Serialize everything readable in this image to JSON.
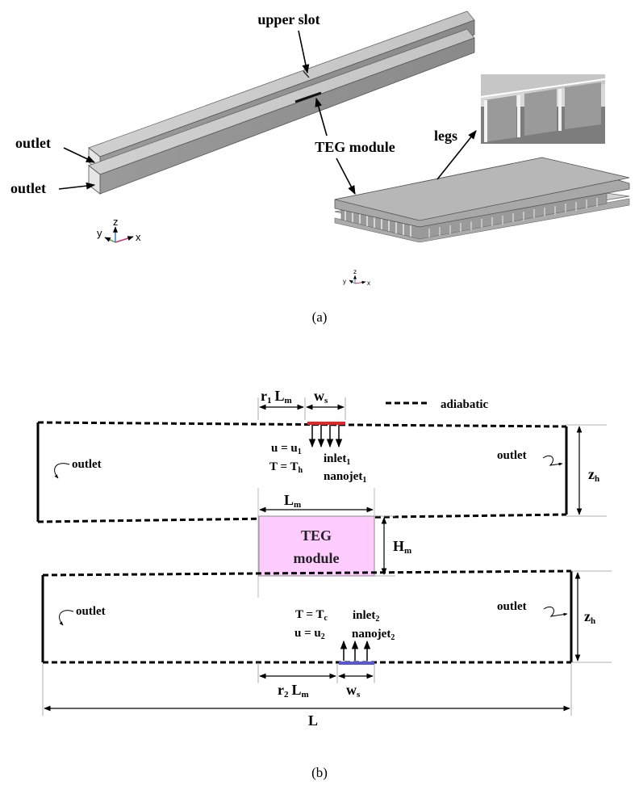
{
  "panel_a": {
    "labels": {
      "upper_slot": "upper slot",
      "teg_module": "TEG module",
      "legs": "legs",
      "outlet_top": "outlet",
      "outlet_bottom": "outlet"
    },
    "axes_large": {
      "x": "x",
      "y": "y",
      "z": "z"
    },
    "axes_small": {
      "x": "x",
      "y": "y",
      "z": "z"
    },
    "caption": "(a)"
  },
  "panel_b": {
    "legend_label": "adiabatic",
    "top_channel": {
      "outlet_left": "outlet",
      "outlet_right": "outlet",
      "r1": "r",
      "r1_sub": "1",
      "Lm": "L",
      "Lm_sub": "m",
      "ws": "w",
      "ws_sub": "s",
      "u": "u = u",
      "u_sub": "1",
      "T": "T = T",
      "T_sub": "h",
      "inlet": "inlet",
      "inlet_sub": "1",
      "nanojet": "nanojet",
      "nanojet_sub": "1",
      "zh": "z",
      "zh_sub": "h",
      "inlet_color": "#e0282a"
    },
    "module": {
      "Lm": "L",
      "Lm_sub": "m",
      "line1": "TEG",
      "line2": "module",
      "Hm": "H",
      "Hm_sub": "m",
      "fill_color": "#ffccff"
    },
    "bottom_channel": {
      "outlet_left": "outlet",
      "outlet_right": "outlet",
      "T": "T = T",
      "T_sub": "c",
      "u": "u = u",
      "u_sub": "2",
      "inlet": "inlet",
      "inlet_sub": "2",
      "nanojet": "nanojet",
      "nanojet_sub": "2",
      "r2": "r",
      "r2_sub": "2",
      "Lm": "L",
      "Lm_sub": "m",
      "ws": "w",
      "ws_sub": "s",
      "zh": "z",
      "zh_sub": "h",
      "inlet_color": "#5555dd"
    },
    "L": "L",
    "caption": "(b)"
  }
}
